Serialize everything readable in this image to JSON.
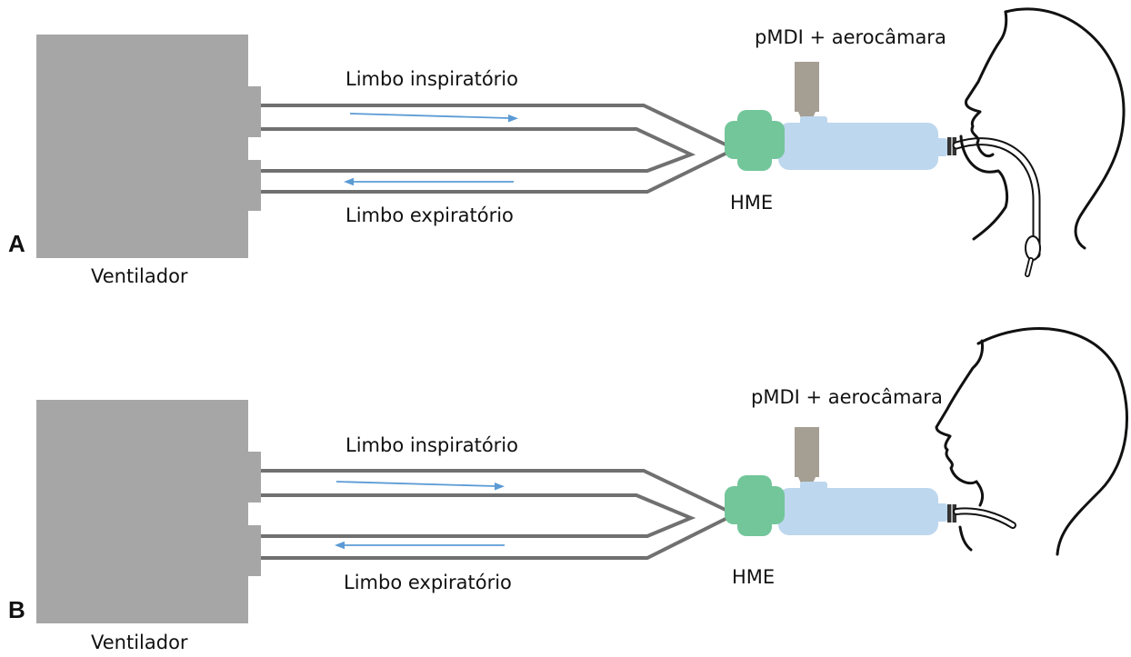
{
  "colors": {
    "ventilator": "#a6a6a6",
    "tube": "#707070",
    "hme": "#72c69a",
    "spacer_chamber": "#bdd7ee",
    "pmdi_canister": "#a59e93",
    "flow_arrow": "#5b9bd5",
    "outline": "#111111"
  },
  "panels": [
    {
      "letter": "A",
      "ventilator_label": "Ventilador",
      "inspiratory_label": "Limbo inspiratório",
      "expiratory_label": "Limbo expiratório",
      "hme_label": "HME",
      "pmdi_label": "pMDI + aerocâmara",
      "airway": "endotracheal tube"
    },
    {
      "letter": "B",
      "ventilator_label": "Ventilador",
      "inspiratory_label": "Limbo inspiratório",
      "expiratory_label": "Limbo expiratório",
      "hme_label": "HME",
      "pmdi_label": "pMDI + aerocâmara",
      "airway": "tracheostomy tube"
    }
  ]
}
